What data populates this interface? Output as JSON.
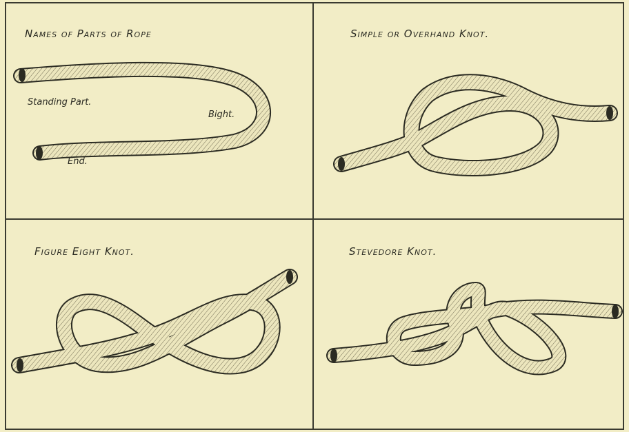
{
  "panels": [
    {
      "title": "Names of Parts of Rope",
      "labels": {
        "standing_part": "Standing Part.",
        "bight": "Bight.",
        "end": "End."
      }
    },
    {
      "title": "Simple or Overhand Knot."
    },
    {
      "title": "Figure Eight Knot."
    },
    {
      "title": "Stevedore Knot."
    }
  ],
  "colors": {
    "paper": "#f2edc6",
    "ink": "#2a2a22",
    "rope_fill": "#ece6bd"
  }
}
